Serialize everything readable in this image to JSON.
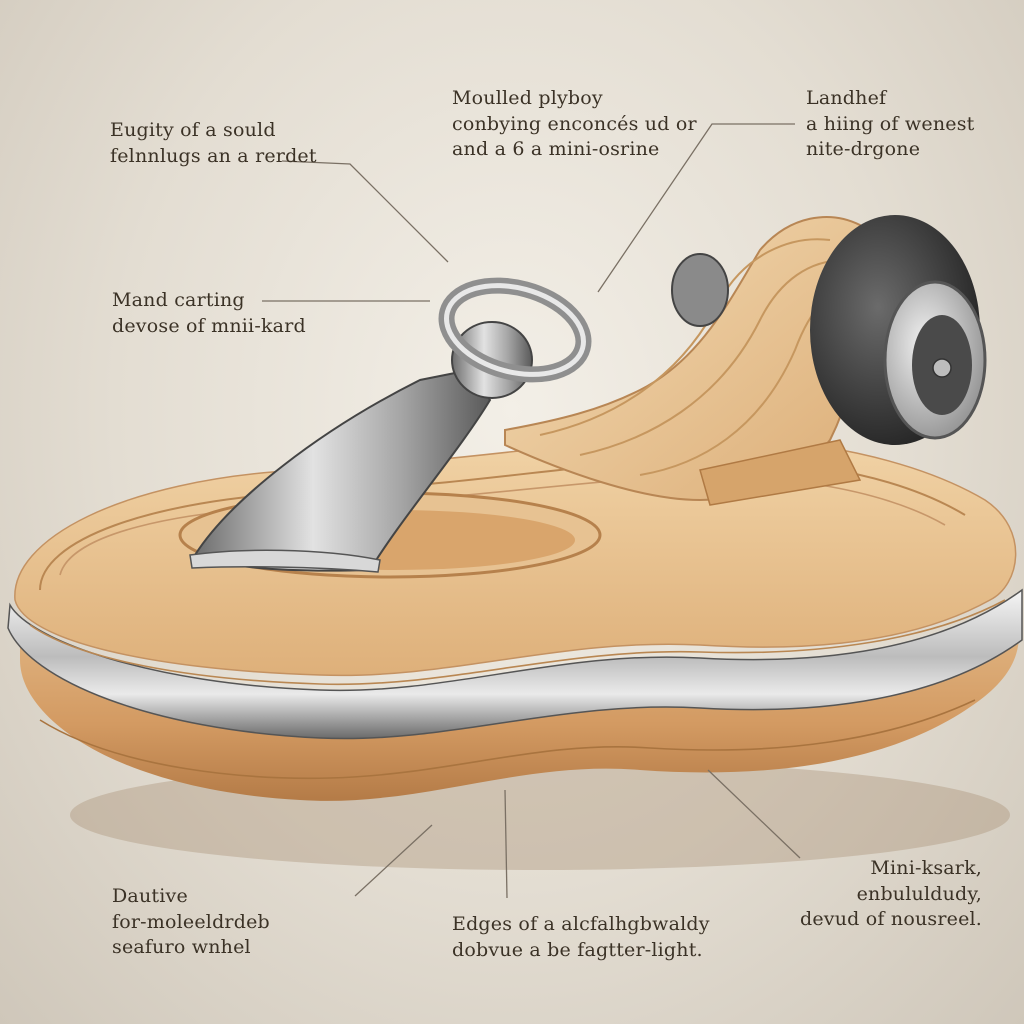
{
  "colors": {
    "wood_light": "#e9c99a",
    "wood_mid": "#d9ab74",
    "wood_dark": "#b67d48",
    "steel_light": "#eeeeee",
    "steel_mid": "#a9a9a9",
    "steel_dark": "#4a4a4a",
    "text": "#3b3226",
    "leader_line": "#7a7064"
  },
  "callouts": {
    "top_left": [
      "Eugity of a sould",
      "felnnlugs an a rerdet"
    ],
    "top_center": [
      "Moulled plyboy",
      "conbying enconcés ud or",
      "and a 6 a mini-osrine"
    ],
    "top_right": [
      "Landhef",
      "a hiing of wenest",
      "nite-drgone"
    ],
    "mid_left": [
      "Mand carting",
      "devose of mnii-kard"
    ],
    "bottom_left": [
      "Dautive",
      "for-moleeldrdeb",
      "seafuro wnhel"
    ],
    "bottom_center": [
      "Edges of a alcfalhgbwaldy",
      "dobvue a be fagtter-light."
    ],
    "bottom_right": [
      "Mini-ksark,",
      "enbululdudy,",
      "devud of nousreel."
    ]
  }
}
